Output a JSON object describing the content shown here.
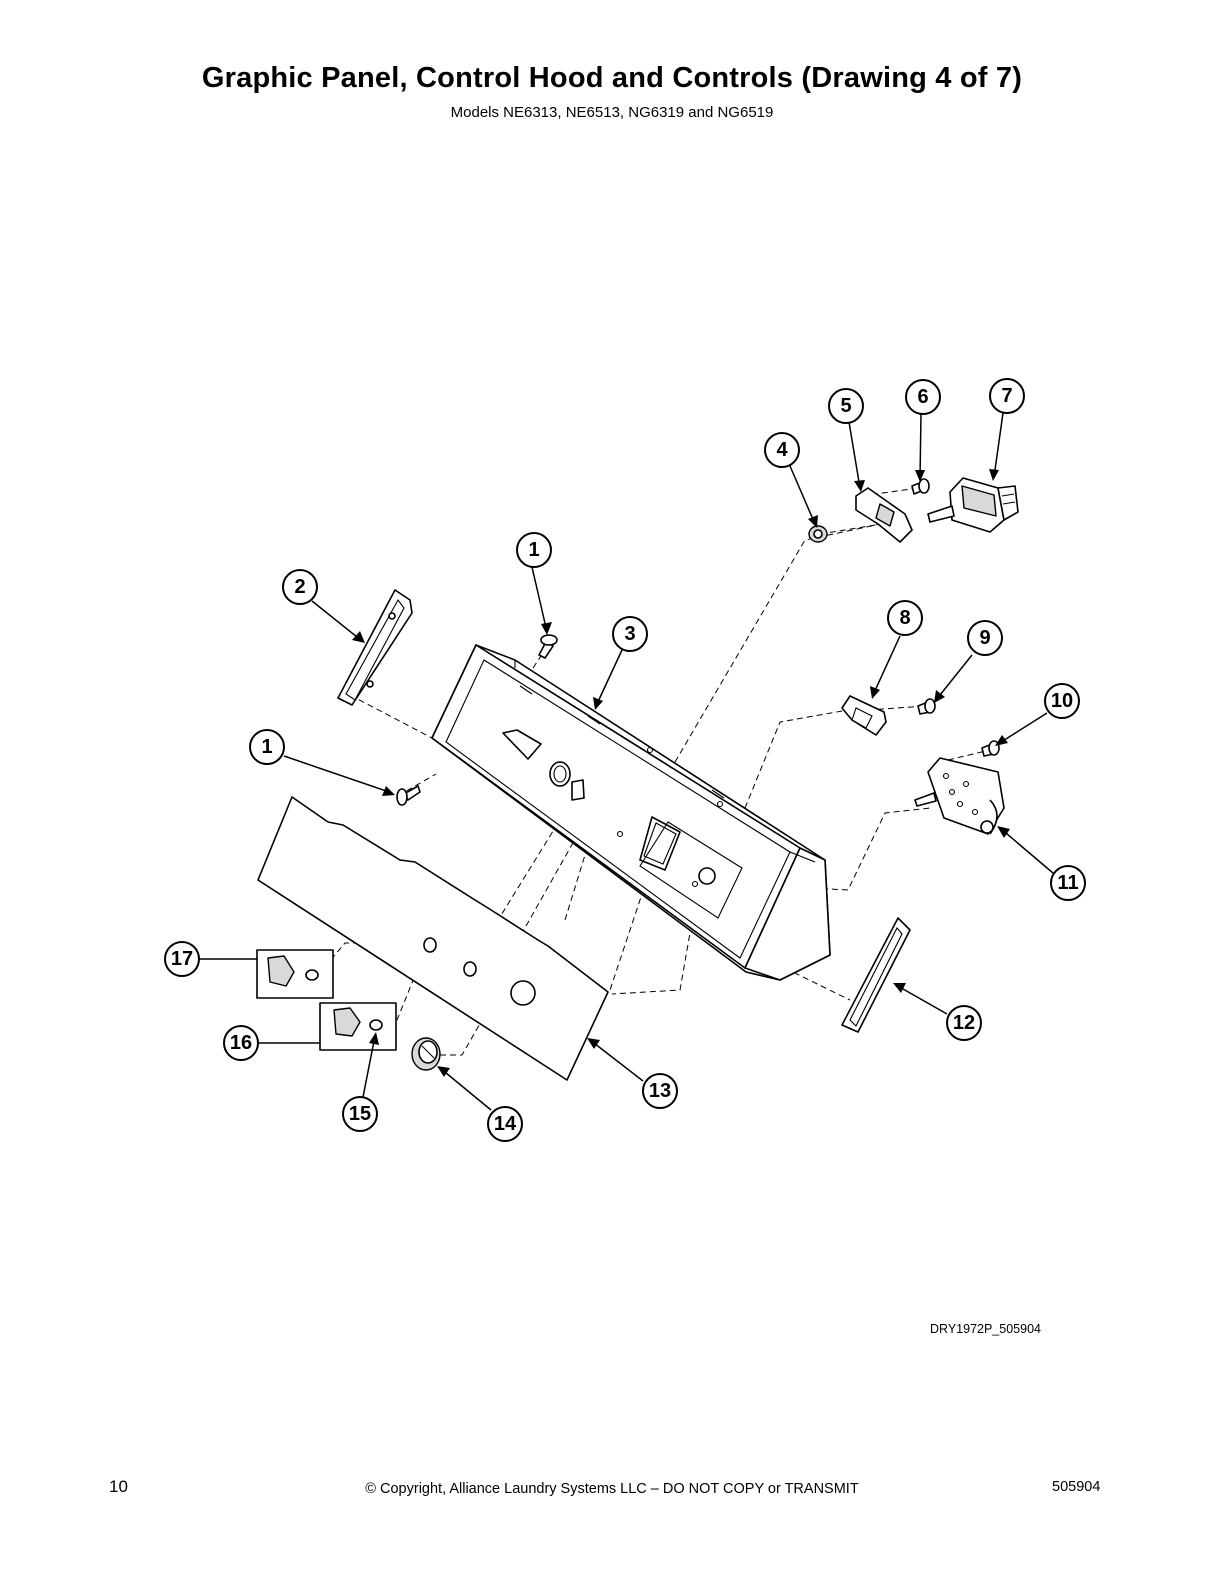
{
  "header": {
    "title": "Graphic Panel, Control Hood and Controls (Drawing 4 of 7)",
    "subtitle": "Models NE6313, NE6513, NG6319 and NG6519"
  },
  "diagram": {
    "callouts": [
      "1",
      "2",
      "3",
      "4",
      "5",
      "6",
      "7",
      "8",
      "9",
      "10",
      "11",
      "12",
      "13",
      "14",
      "15",
      "16",
      "17"
    ],
    "drawing_code": "DRY1972P_505904"
  },
  "footer": {
    "page_number": "10",
    "copyright": "© Copyright, Alliance Laundry Systems LLC – DO NOT COPY or TRANSMIT",
    "doc_number": "505904"
  }
}
